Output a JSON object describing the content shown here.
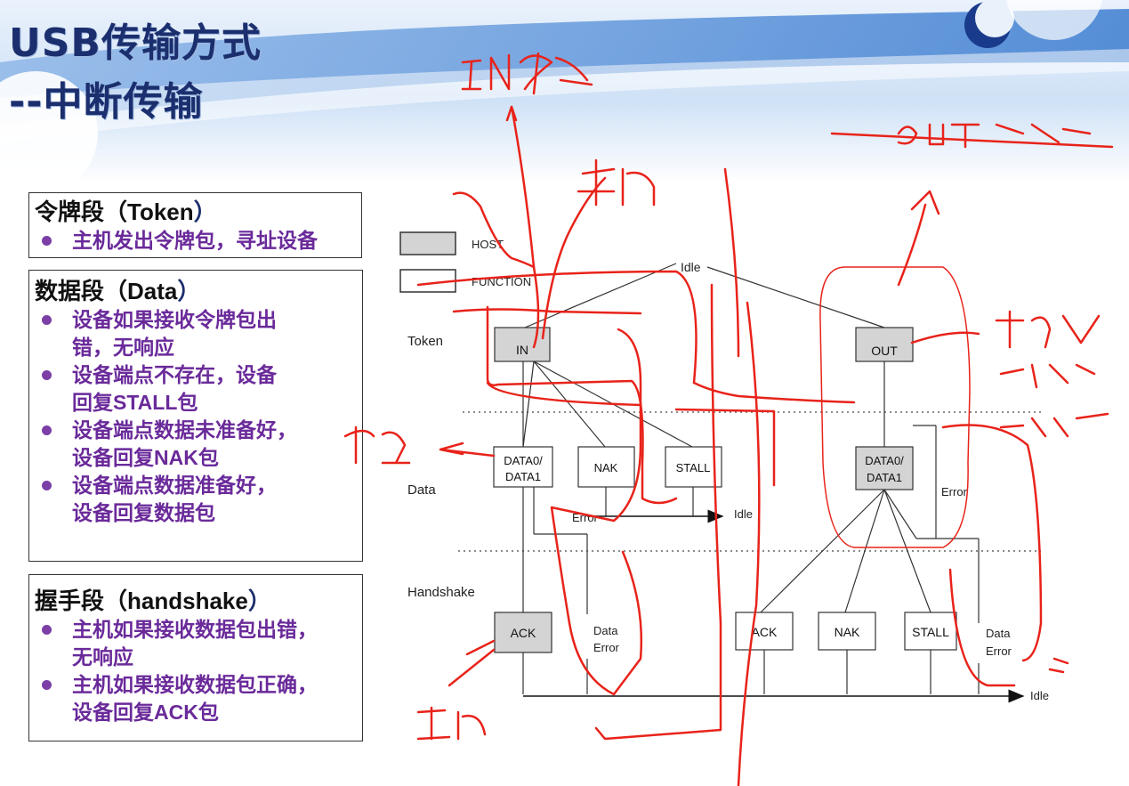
{
  "slide": {
    "title_line1": "USB传输方式",
    "title_line2": "--中断传输"
  },
  "sections": [
    {
      "heading": "令牌段（Token）",
      "bullets": [
        "主机发出令牌包，寻址设备"
      ]
    },
    {
      "heading": "数据段（Data）",
      "bullets": [
        [
          "设备如果接收令牌包出",
          "错，无响应"
        ],
        [
          "设备端点不存在，设备",
          "回复STALL包"
        ],
        [
          "设备端点数据未准备好，",
          "设备回复NAK包"
        ],
        [
          "设备端点数据准备好，",
          "设备回复数据包"
        ]
      ]
    },
    {
      "heading": "握手段（handshake）",
      "bullets": [
        [
          "主机如果接收数据包出错，",
          "无响应"
        ],
        [
          "主机如果接收数据包正确，",
          "设备回复ACK包"
        ]
      ]
    }
  ],
  "diagram": {
    "legend": {
      "host": "HOST",
      "function": "FUNCTION"
    },
    "phase_labels": {
      "token": "Token",
      "data": "Data",
      "handshake": "Handshake"
    },
    "nodes": {
      "idle_top": "Idle",
      "in": "IN",
      "out": "OUT",
      "data0_in": "DATA0/",
      "data1_in": "DATA1",
      "nak_in": "NAK",
      "stall_in": "STALL",
      "data0_out": "DATA0/",
      "data1_out": "DATA1",
      "error_in": "Error",
      "idle_mid": "Idle",
      "error_out": "Error",
      "ack_in": "ACK",
      "data_error_in_1": "Data",
      "data_error_in_2": "Error",
      "ack_out": "ACK",
      "nak_out": "NAK",
      "stall_out": "STALL",
      "data_error_out_1": "Data",
      "data_error_out_2": "Error",
      "idle_bottom": "Idle"
    },
    "colors": {
      "host_fill": "#d4d4d4",
      "function_fill": "#ffffff",
      "annotation": "#e8231a"
    }
  }
}
